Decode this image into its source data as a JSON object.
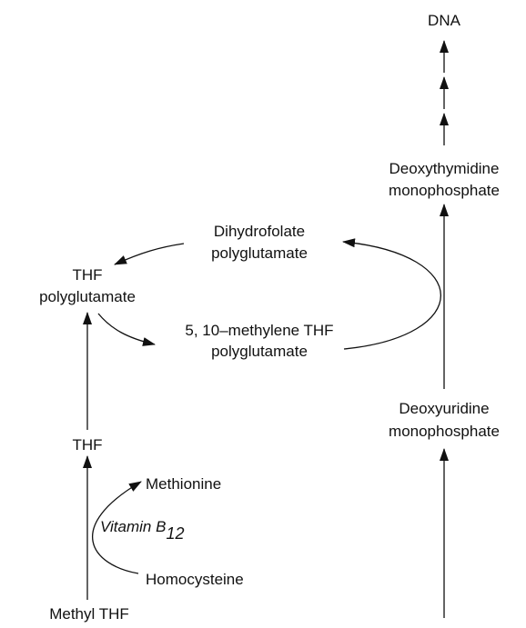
{
  "nodes": {
    "dna": "DNA",
    "dtmp": [
      "Deoxythymidine",
      "monophosphate"
    ],
    "dump": [
      "Deoxyuridine",
      "monophosphate"
    ],
    "dihydrofolate": [
      "Dihydrofolate",
      "polyglutamate"
    ],
    "thf_poly": [
      "THF",
      "polyglutamate"
    ],
    "methylene_thf": [
      "5, 10–methylene THF",
      "polyglutamate"
    ],
    "thf": "THF",
    "methyl_thf": "Methyl THF",
    "methionine": "Methionine",
    "homocysteine": "Homocysteine"
  },
  "cofactor": {
    "prefix": "Vitamin B",
    "subscript": "12"
  },
  "colors": {
    "ink": "#111111",
    "background": "#ffffff"
  }
}
